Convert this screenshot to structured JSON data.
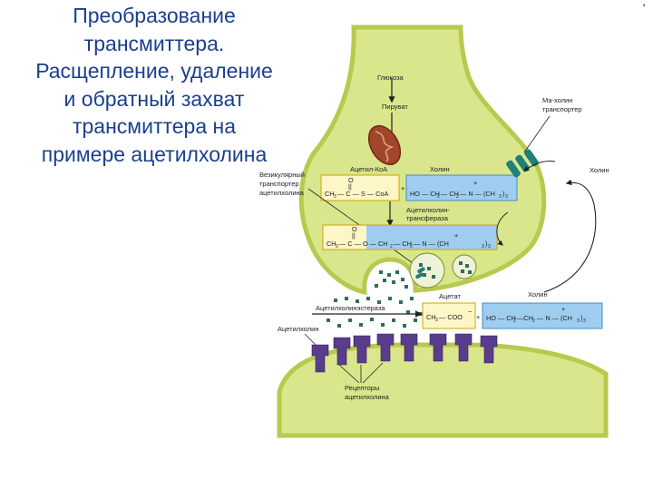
{
  "title_lines": [
    "Преобразование",
    "трансмиттера.",
    "Расщепление, удаление",
    "и обратный захват",
    "трансмиттера на",
    "примере ацетилхолина"
  ],
  "corner_mark": "'",
  "labels": {
    "glucose": "Глюкоза",
    "pyruvate": "Пируват",
    "transporter_line1": "Ма‑холин",
    "transporter_line2": "транспортер",
    "choline_top": "Холин",
    "choline_out": "Холин",
    "acetyl_coa": "Ацетил-КоА",
    "vesicular_line1": "Везикулярный",
    "vesicular_line2": "транспортер",
    "vesicular_line3": "ацетилхолина",
    "cat_line1": "Ацетилхолин-",
    "cat_line2": "трансфераза",
    "acetate": "Ацетат",
    "choline_bottom": "Холин",
    "ache": "Ацетилхолинэстераза",
    "acetylcholine": "Ацетилхолин",
    "receptors_line1": "Рецепторы",
    "receptors_line2": "ацетилхолина"
  },
  "formulas": {
    "acetyl_coa_o": "O",
    "acetyl_coa_dbl": "||",
    "acetyl_coa_ch": "CH",
    "acetyl_coa_rest": "— C — S — CoA",
    "plus": "+",
    "choline_main": "HO — CH",
    "choline_mid": "— CH",
    "choline_n": "— N — (CH",
    "choline_end": ")",
    "charge": "+",
    "sub2": "2",
    "sub3": "3",
    "ach_o": "O",
    "ach_dbl": "||",
    "ach_ch": "CH",
    "ach_c": "— C — O — CH",
    "ach_ch2": "— CH",
    "ach_n": "— N — (CH",
    "acetate_text": "CH",
    "acetate_rest": "— COO",
    "acetate_charge": "−",
    "choline2_main": "HO — CH",
    "choline2_mid": "—CH",
    "choline2_n": "— N — (CH"
  },
  "colors": {
    "cytoplasm": "#d9e68c",
    "membrane": "#b8c94f",
    "ach_box": "#fdf6c7",
    "choline_box": "#9fcdf0",
    "mitochondrion": "#a1462a",
    "receptor": "#5a3c8c",
    "transporter": "#1f7f7a",
    "title": "#1b3f8f"
  }
}
